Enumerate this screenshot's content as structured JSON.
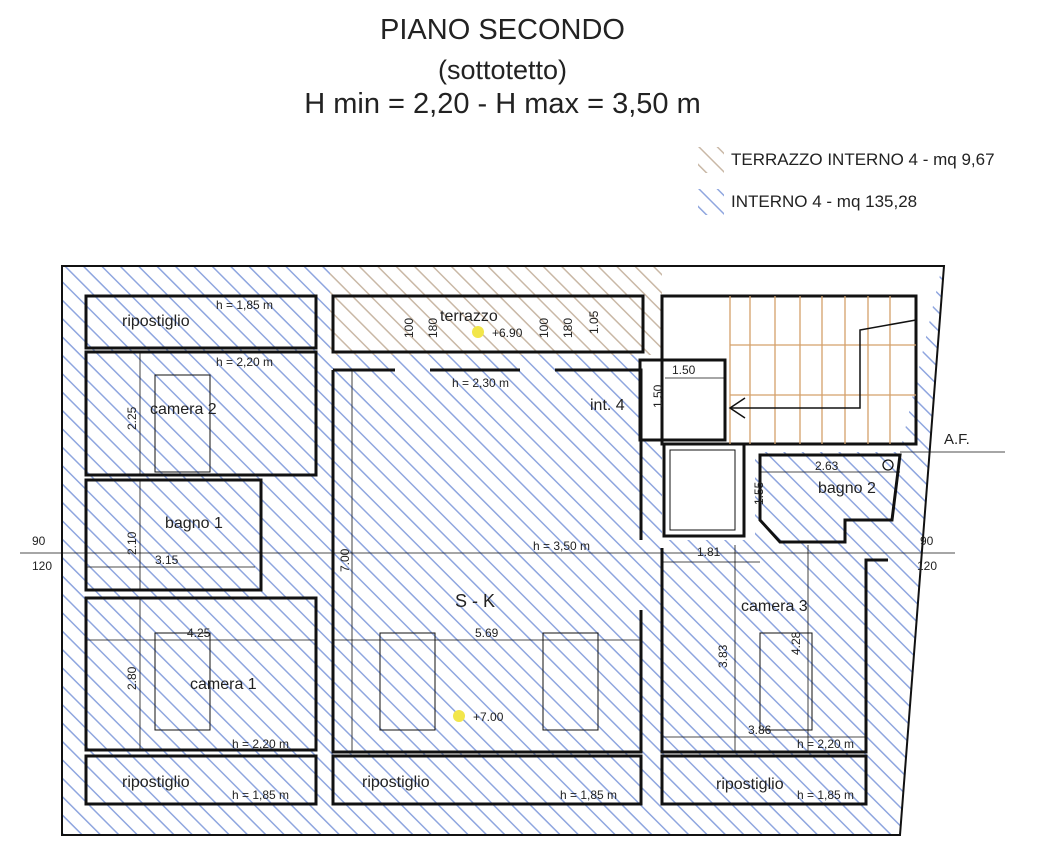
{
  "title": {
    "line1": "PIANO SECONDO",
    "line2": "(sottotetto)",
    "line3": "H min = 2,20 - H max = 3,50 m"
  },
  "legend": [
    {
      "label": "TERRAZZO INTERNO 4 - mq 9,67",
      "color": "#c9b8a6"
    },
    {
      "label": "INTERNO 4 - mq 135,28",
      "color": "#8fa6df"
    }
  ],
  "rooms": {
    "ripostiglio_top": "ripostiglio",
    "camera2": "camera 2",
    "bagno1": "bagno 1",
    "camera1": "camera 1",
    "ripostiglio_bl": "ripostiglio",
    "terrazzo": "terrazzo",
    "int4": "int. 4",
    "sk": "S - K",
    "ripostiglio_bm": "ripostiglio",
    "bagno2": "bagno 2",
    "camera3": "camera 3",
    "ripostiglio_br": "ripostiglio"
  },
  "heights": {
    "h185_top": "h = 1,85 m",
    "h220_cam2": "h = 2,20 m",
    "h230": "h = 2,30 m",
    "h350": "h = 3,50 m",
    "h220_cam1": "h = 2,20 m",
    "h185_bl": "h = 1,85 m",
    "h185_bm": "h = 1,85 m",
    "h220_cam3": "h = 2,20 m",
    "h185_br": "h = 1,85 m"
  },
  "levels": {
    "terrace": "+6.90",
    "living": "+7.00"
  },
  "dimensions": {
    "d225": "2.25",
    "d210": "2.10",
    "d315": "3.15",
    "d425": "4.25",
    "d280": "2.80",
    "d700": "7.00",
    "d569": "5.69",
    "d100a": "100",
    "d180a": "180",
    "d100b": "100",
    "d180b": "180",
    "d105": "1.05",
    "d150h": "1.50",
    "d150v": "1.50",
    "d263": "2.63",
    "d155": "1.55",
    "d181": "1.81",
    "d383": "3.83",
    "d428": "4.28",
    "d386": "3.86"
  },
  "section_marks": {
    "left_top": "90",
    "left_bottom": "120",
    "right_top": "90",
    "right_bottom": "120"
  },
  "af_label": "A.F."
}
